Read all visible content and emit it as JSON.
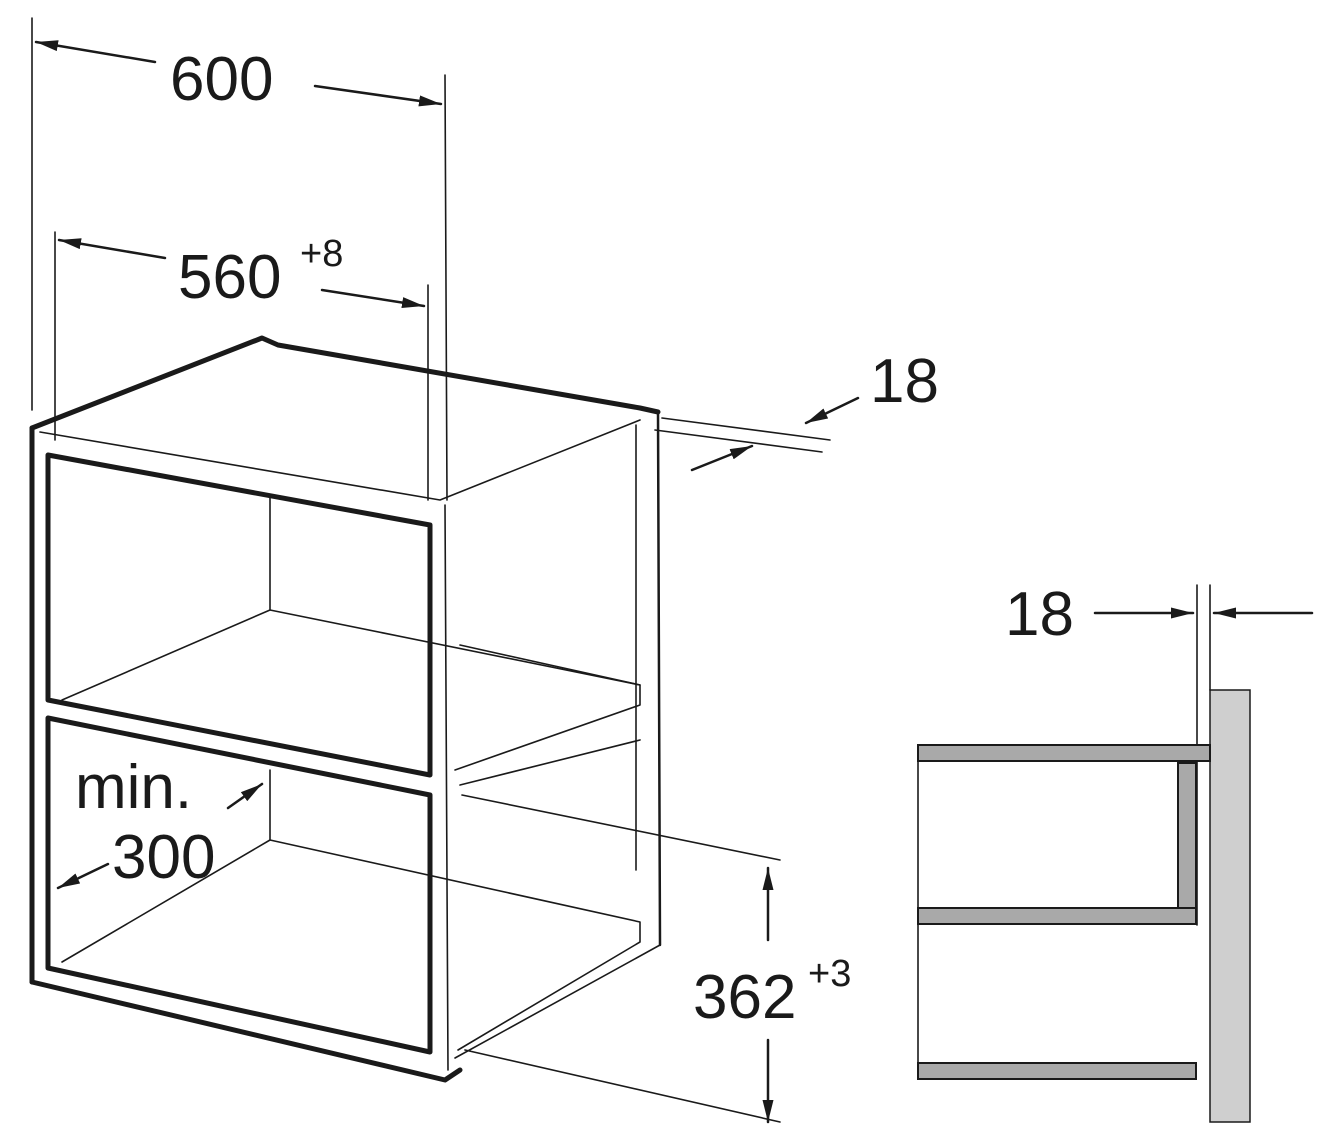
{
  "labels": {
    "width_total": "600",
    "width_inner": "560",
    "width_inner_tol": "+8",
    "board_thickness_top": "18",
    "board_thickness_side": "18",
    "depth_min_word": "min.",
    "depth_min_value": "300",
    "height_inner": "362",
    "height_inner_tol": "+3"
  },
  "colors": {
    "line": "#1a1a1a",
    "wall": "#cfcfcf",
    "board": "#a9a9a9"
  }
}
